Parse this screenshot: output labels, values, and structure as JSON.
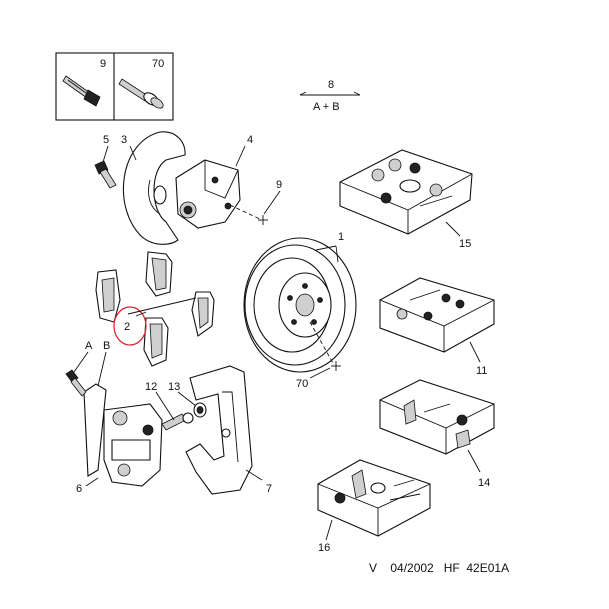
{
  "diagram": {
    "callouts": {
      "c1": "1",
      "c2": "2",
      "c3": "3",
      "c4": "4",
      "c5": "5",
      "c6": "6",
      "c7": "7",
      "c8": "8",
      "c9": "9",
      "c11": "11",
      "c12": "12",
      "c13": "13",
      "c14": "14",
      "c15": "15",
      "c16": "16",
      "c70": "70",
      "cA": "A",
      "cB": "B"
    },
    "inset": {
      "left_label": "9",
      "right_label": "70"
    },
    "legend": {
      "top": "8",
      "bottom": "A + B"
    },
    "footer": {
      "text": "V    04/2002   HF  42E01A"
    },
    "highlight_color": "#e0202a"
  }
}
